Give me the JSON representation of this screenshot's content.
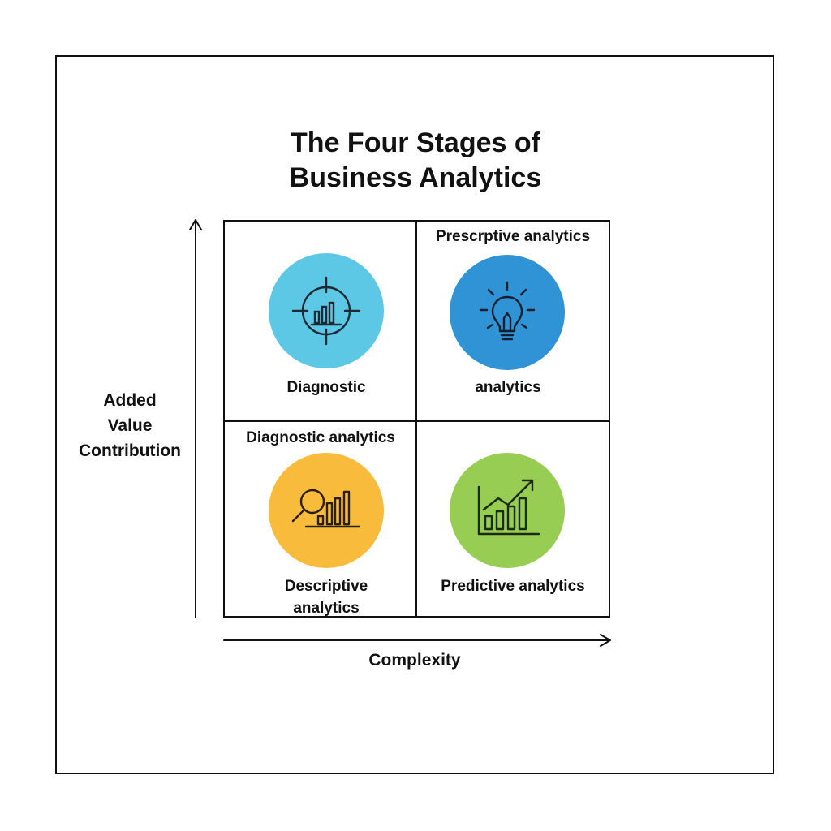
{
  "title": {
    "line1": "The Four Stages of",
    "line2": "Business Analytics"
  },
  "axes": {
    "y_label_lines": [
      "Added",
      "Value",
      "Contribution"
    ],
    "x_label": "Complexity"
  },
  "quadrants": {
    "top_left": {
      "circle_label": "Diagnostic",
      "icon": "target-bar-chart-icon",
      "color": "#5cc8e6"
    },
    "top_right": {
      "header": "Prescrptive analytics",
      "circle_label": "analytics",
      "icon": "lightbulb-icon",
      "color": "#2f93d6"
    },
    "bottom_left": {
      "header": "Diagnostic analytics",
      "circle_label_lines": [
        "Descriptive",
        "analytics"
      ],
      "icon": "magnifier-bar-chart-icon",
      "color": "#f8bb3c"
    },
    "bottom_right": {
      "circle_label": "Predictive analytics",
      "icon": "trend-chart-icon",
      "color": "#96cd52"
    }
  }
}
